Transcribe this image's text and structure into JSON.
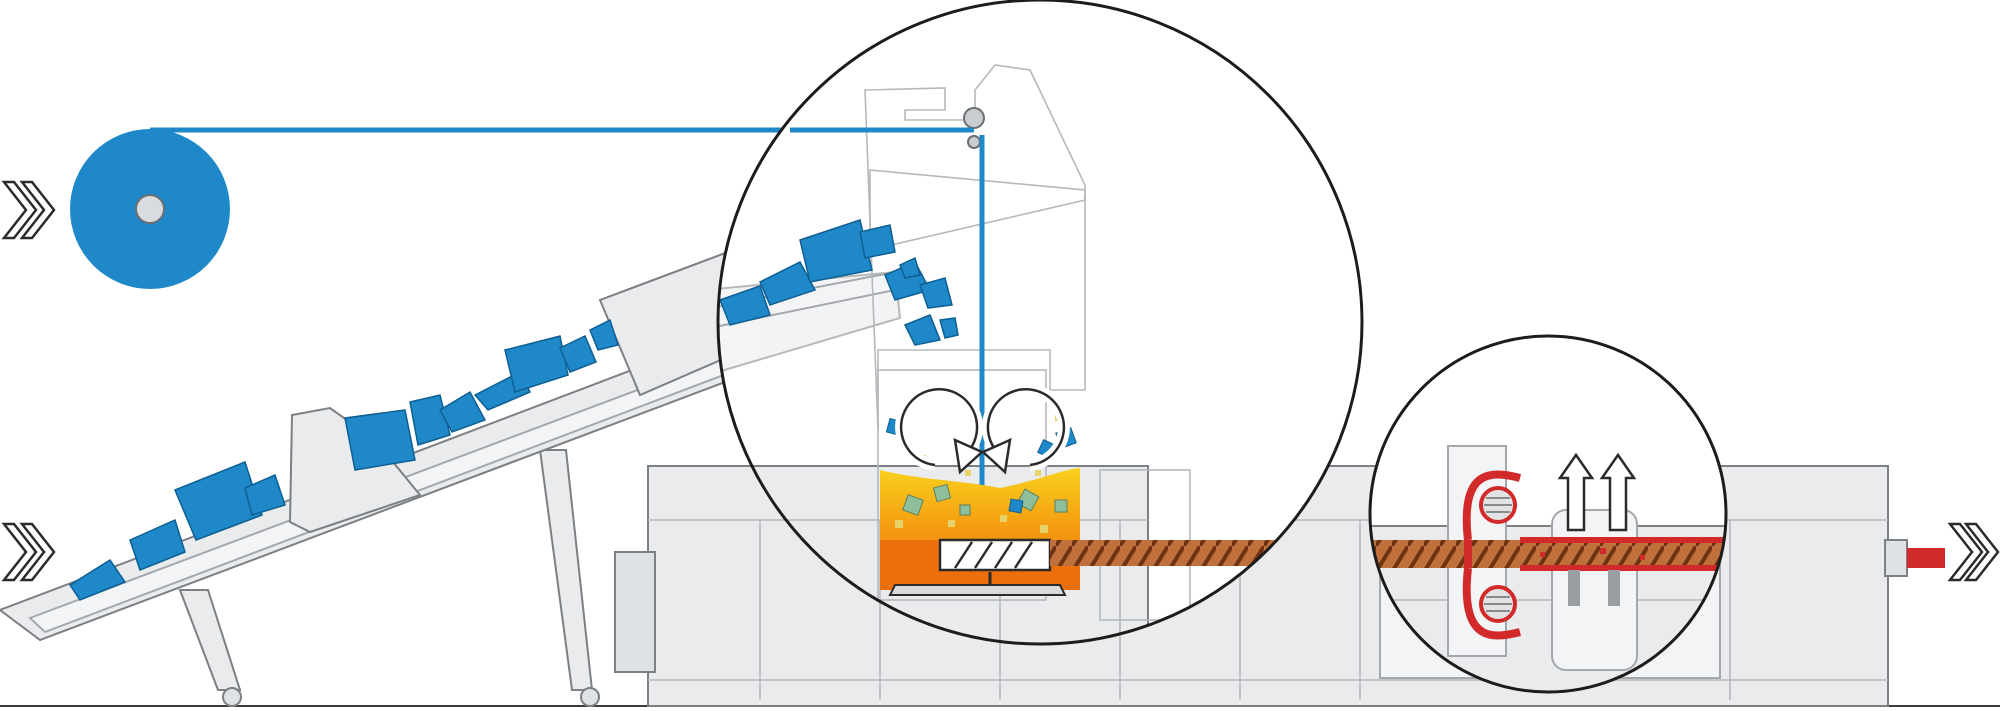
{
  "diagram": {
    "kind": "shredder-extruder-process-illustration",
    "components": [
      {
        "name": "film-roll",
        "color": "#1e88c8"
      },
      {
        "name": "feed-conveyor",
        "color": "#e9ebed"
      },
      {
        "name": "shredder-cutter-compactor",
        "color": "#e9ebed"
      },
      {
        "name": "extruder-barrel",
        "color": "#e9ebed"
      },
      {
        "name": "melt-filter",
        "color": "#d22a2a"
      },
      {
        "name": "output-strand",
        "color": "#d22a2a"
      }
    ],
    "flow_arrows": [
      "film-input-arrow",
      "flake-input-arrow",
      "output-arrow"
    ],
    "colors": {
      "material": "#1e88c8",
      "melt_hot": "#ef7a10",
      "melt_warm": "#f6b81a",
      "screw": "#b8642a",
      "filter": "#d22a2a",
      "machine": "#e9ebed",
      "outline": "#1c1c1c"
    }
  }
}
